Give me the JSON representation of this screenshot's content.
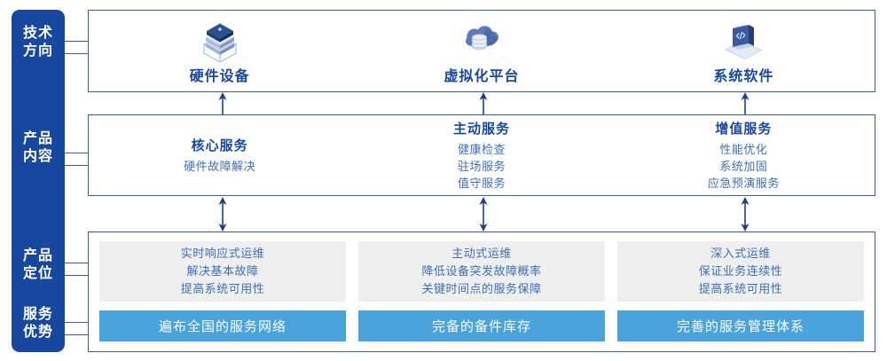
{
  "colors": {
    "rail_blue": "#17479e",
    "border_blue": "#2f5fa8",
    "title_blue": "#17479e",
    "text_blue": "#3d6fb4",
    "bar_blue": "#4ba3dc",
    "gray_box": "#efefef",
    "white": "#ffffff"
  },
  "rail": {
    "items": [
      {
        "id": "tech-direction",
        "line1": "技术",
        "line2": "方向"
      },
      {
        "id": "product-content",
        "line1": "产品",
        "line2": "内容"
      },
      {
        "id": "product-positioning",
        "line1": "产品",
        "line2": "定位"
      },
      {
        "id": "service-advantage",
        "line1": "服务",
        "line2": "优势"
      }
    ]
  },
  "tech_section": {
    "items": [
      {
        "icon": "server-stack-icon",
        "label": "硬件设备"
      },
      {
        "icon": "cloud-database-icon",
        "label": "虚拟化平台"
      },
      {
        "icon": "laptop-code-icon",
        "label": "系统软件"
      }
    ]
  },
  "product_section": {
    "columns": [
      {
        "title": "核心服务",
        "items": [
          "硬件故障解决"
        ]
      },
      {
        "title": "主动服务",
        "items": [
          "健康检查",
          "驻场服务",
          "值守服务"
        ]
      },
      {
        "title": "增值服务",
        "items": [
          "性能优化",
          "系统加固",
          "应急预演服务"
        ]
      }
    ]
  },
  "positioning_section": {
    "boxes": [
      {
        "lines": [
          "实时响应式运维",
          "解决基本故障",
          "提高系统可用性"
        ]
      },
      {
        "lines": [
          "主动式运维",
          "降低设备突发故障概率",
          "关键时间点的服务保障"
        ]
      },
      {
        "lines": [
          "深入式运维",
          "保证业务连续性",
          "提高系统可用性"
        ]
      }
    ]
  },
  "advantage_section": {
    "bars": [
      {
        "label": "遍布全国的服务网络"
      },
      {
        "label": "完备的备件库存"
      },
      {
        "label": "完善的服务管理体系"
      }
    ]
  }
}
